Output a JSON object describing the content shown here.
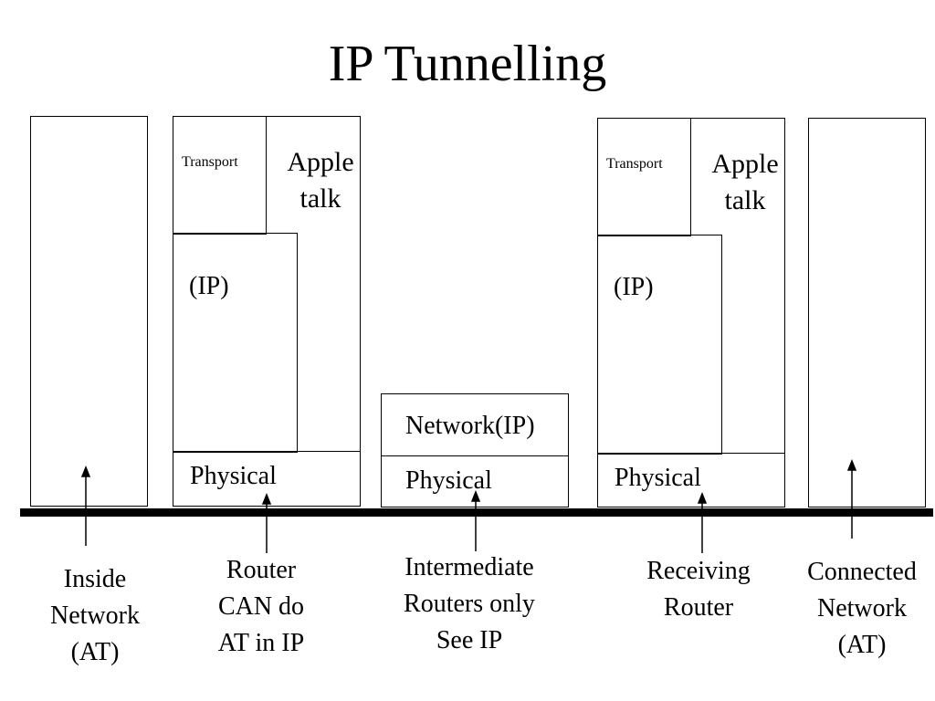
{
  "title": "IP Tunnelling",
  "stacks": {
    "inside": {},
    "sender": {
      "transport": "Transport",
      "appletalk": "Apple\ntalk",
      "ip": "(IP)",
      "physical": "Physical"
    },
    "intermediate": {
      "network": "Network(IP)",
      "physical": "Physical"
    },
    "receiver": {
      "transport": "Transport",
      "appletalk": "Apple\ntalk",
      "ip": "(IP)",
      "physical": "Physical"
    },
    "connected": {}
  },
  "captions": {
    "inside": "Inside\nNetwork\n(AT)",
    "sender": "Router\nCAN do\nAT in IP",
    "intermediate": "Intermediate\nRouters only\nSee IP",
    "receiver": "Receiving\nRouter",
    "connected": "Connected\nNetwork\n(AT)"
  },
  "colors": {
    "line": "#000000",
    "background": "#ffffff"
  }
}
